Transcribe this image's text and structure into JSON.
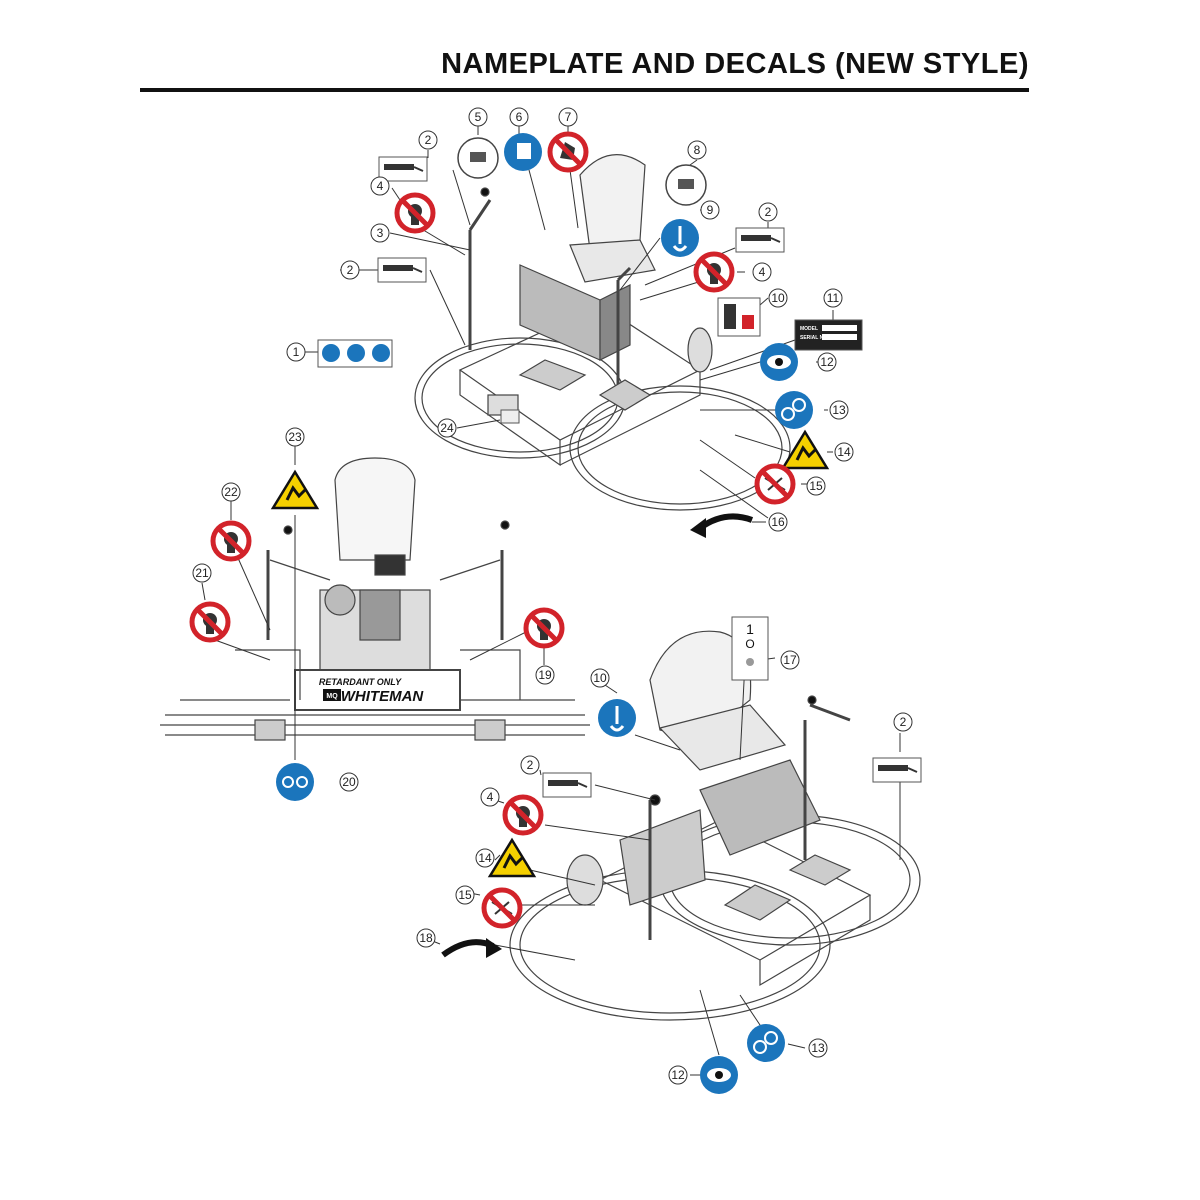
{
  "title": "NAMEPLATE AND DECALS (NEW STYLE)",
  "callout_numbers": [
    "1",
    "2",
    "3",
    "4",
    "5",
    "6",
    "7",
    "8",
    "9",
    "10",
    "11",
    "12",
    "13",
    "14",
    "15",
    "16",
    "17",
    "18",
    "19",
    "20",
    "21",
    "22",
    "23",
    "24"
  ],
  "nameplate": {
    "model_label": "MODEL",
    "serial_label": "SERIAL NO."
  },
  "body_text": {
    "retardant": "RETARDANT ONLY",
    "brand": "WHITEMAN",
    "mq": "MQ"
  },
  "switch_labels": {
    "on": "1",
    "off": "O"
  },
  "colors": {
    "prohibition_red": "#d2232a",
    "mandatory_blue": "#1b75bc",
    "warning_yellow": "#f5d000",
    "line": "#333333"
  }
}
